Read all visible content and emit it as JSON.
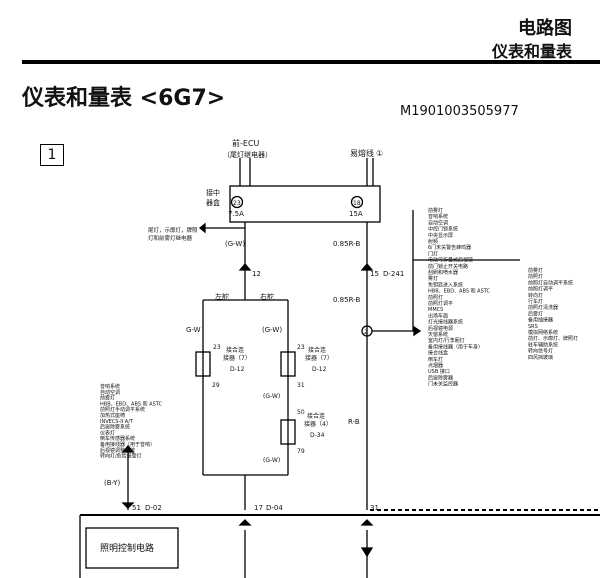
{
  "header": {
    "category": "电路图",
    "subcategory": "仪表和量表"
  },
  "title": "仪表和量表 <6G7>",
  "doc_number": "M1901003505977",
  "section_number": "1",
  "diagram": {
    "ecu_label": "前-ECU",
    "ecu_sub": "（尾灯继电器）",
    "fusible_label": "易熔线",
    "fusible_no": "①",
    "junction_box_label_1": "接中",
    "junction_box_label_2": "器盒",
    "fuse23_no": "23",
    "fuse23_rating": "7.5A",
    "fuse18_no": "18",
    "fuse18_rating": "15A",
    "tail_lamp_note_1": "尾灯，示廓灯，牌照",
    "tail_lamp_note_2": "灯和前雾灯继电器",
    "wire_gw": "(G-W)",
    "wire_085rb_1": "0.85R-B",
    "wire_085rb_2": "0.85R-B",
    "conn_12": "12",
    "conn_15": "15",
    "conn_d241": "D-241",
    "left_drive": "左舵",
    "right_drive": "右舵",
    "gw_left": "G-W",
    "gw_right": "(G-W)",
    "joint_conn7": "接合连",
    "joint_conn7b": "接器（7）",
    "d12": "D-12",
    "pin23a": "23",
    "pin29": "29",
    "pin23b": "23",
    "pin31a": "31",
    "pin50": "50",
    "pin79": "79",
    "joint_conn4": "接合连",
    "joint_conn4b": "接器（4）",
    "d34": "D-34",
    "rb": "R-B",
    "gw_lower": "(G-W)",
    "gw_lower2": "(G-W)",
    "splice_2": "2",
    "by": "(B-Y)",
    "c51": "51",
    "d02": "D-02",
    "c17": "17",
    "d04": "D-04",
    "c31": "31",
    "lighting_ctrl": "照明控制电路",
    "left_list": [
      "音响系统",
      "自动空调",
      "前雾灯",
      "HBB、EBD、ABS 和 ASTC",
      "前照灯手动调平系统",
      "加热式座椅",
      "INVECS-II A/T",
      "后窗除雾系统",
      "仪表灯",
      "倒车传感器系统",
      "备用接线器（用于音响）",
      "后视镜调整系统",
      "转向灯/危险报警灯"
    ],
    "right_list_a": [
      "前雾灯",
      "音响系统",
      "自动空调",
      "中控门锁系统",
      "中央显示屏",
      "射频",
      "6门末关警告蜂鸣器",
      "门灯",
      "电动可折叠式后视镜",
      "前门锁止开关电路",
      "刮刷和喷水器",
      "雾灯",
      "免钥匙进入系统",
      "HBB、EBD、ABS 和 ASTC",
      "前照灯",
      "前照灯调平",
      "MMCS",
      "出场车面",
      "灯光接线器系统",
      "后视镜电源",
      "天窗系统",
      "室内灯/行李厢灯",
      "备用接线器（用于车身）",
      "接合线盒",
      "倒车灯",
      "点烟器",
      "USB 接口",
      "后窗除雾器",
      "门未关监控器"
    ],
    "right_list_b": [
      "前雾灯",
      "前照灯",
      "前照灯自动调平系统",
      "前照灯调平",
      "转向灯",
      "行车灯",
      "前照灯清洗器",
      "后雾灯",
      "备用插接器",
      "SRS",
      "模拟网络系统",
      "前灯、示廓灯、牌照灯",
      "驻车辅助系统",
      "转向信号灯",
      "四风挡玻璃"
    ]
  }
}
